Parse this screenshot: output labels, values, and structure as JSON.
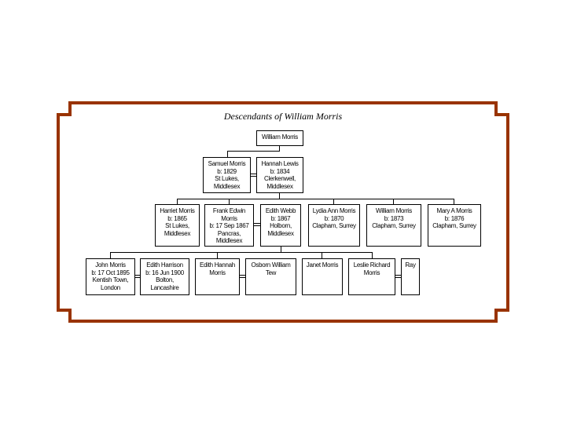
{
  "title": "Descendants of William Morris",
  "colors": {
    "frame": "#993300",
    "line": "#000000",
    "box_border": "#000000"
  },
  "generations": [
    {
      "level": 1,
      "people": [
        {
          "id": "william-morris-sr",
          "lines": [
            "William Morris"
          ]
        }
      ]
    },
    {
      "level": 2,
      "people": [
        {
          "id": "samuel-morris",
          "lines": [
            "Samuel Morris",
            "b: 1829",
            "St Lukes,",
            "Middlesex"
          ]
        },
        {
          "id": "hannah-lewis",
          "lines": [
            "Hannah Lewis",
            "b: 1834",
            "Clerkenwell,",
            "Middlesex"
          ],
          "spouse_of": "samuel-morris"
        }
      ]
    },
    {
      "level": 3,
      "people": [
        {
          "id": "harriet-morris",
          "lines": [
            "Harriet Morris",
            "b: 1865",
            "St Lukes,",
            "Middlesex"
          ]
        },
        {
          "id": "frank-edwin-morris",
          "lines": [
            "Frank Edwin",
            "Morris",
            "b: 17 Sep 1867",
            "Pancras,",
            "Middlesex"
          ]
        },
        {
          "id": "edith-webb",
          "lines": [
            "Edith Webb",
            "b: 1867",
            "Holborn,",
            "Middlesex"
          ],
          "spouse_of": "frank-edwin-morris"
        },
        {
          "id": "lydia-ann-morris",
          "lines": [
            "Lydia Ann Morris",
            "b: 1870",
            "Clapham, Surrey"
          ]
        },
        {
          "id": "william-morris-jr",
          "lines": [
            "William Morris",
            "b: 1873",
            "Clapham, Surrey"
          ]
        },
        {
          "id": "mary-a-morris",
          "lines": [
            "Mary A Morris",
            "b: 1876",
            "Clapham, Surrey"
          ]
        }
      ]
    },
    {
      "level": 4,
      "people": [
        {
          "id": "john-morris",
          "lines": [
            "John Morris",
            "b: 17 Oct 1895",
            "Kentish Town,",
            "London"
          ]
        },
        {
          "id": "edith-harrison",
          "lines": [
            "Edith Harrison",
            "b: 16 Jun 1900",
            "Bolton,",
            "Lancashire"
          ],
          "spouse_of": "john-morris"
        },
        {
          "id": "edith-hannah-morris",
          "lines": [
            "Edith Hannah",
            "Morris"
          ]
        },
        {
          "id": "osborn-william-tew",
          "lines": [
            "Osborn William",
            "Tew"
          ],
          "spouse_of": "edith-hannah-morris"
        },
        {
          "id": "janet-morris",
          "lines": [
            "Janet Morris"
          ]
        },
        {
          "id": "leslie-richard-morris",
          "lines": [
            "Leslie Richard",
            "Morris"
          ]
        },
        {
          "id": "ray",
          "lines": [
            "Ray"
          ],
          "spouse_of": "leslie-richard-morris"
        }
      ]
    }
  ]
}
